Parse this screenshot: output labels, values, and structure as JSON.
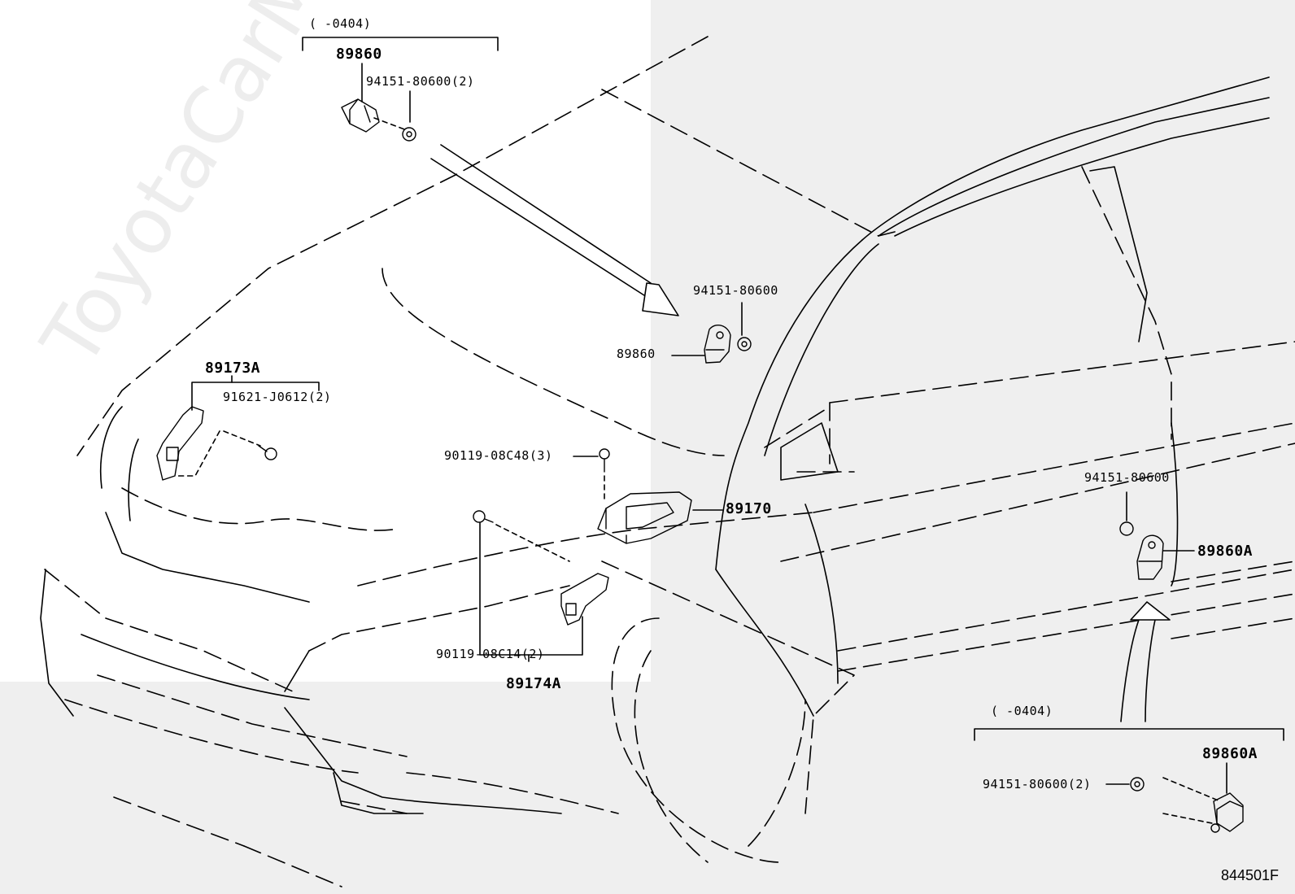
{
  "watermark": "ToyotaCarMine.ru",
  "diagram_ref": "844501F",
  "callouts": {
    "top_range": "(      -0404)",
    "top_sensor": "89860",
    "top_nut": "94151-80600(2)",
    "mid_nut": "94151-80600",
    "mid_sensor": "89860",
    "bracket_left": "89173A",
    "bolt_left": "91621-J0612(2)",
    "bolt_ecu": "90119-08C48(3)",
    "ecu": "89170",
    "bolt_lower": "90119-08C14(2)",
    "bracket_right": "89174A",
    "side_nut": "94151-80600",
    "side_sensor": "89860A",
    "bottom_range": "(      -0404)",
    "bottom_sensor": "89860A",
    "bottom_nut": "94151-80600(2)"
  }
}
